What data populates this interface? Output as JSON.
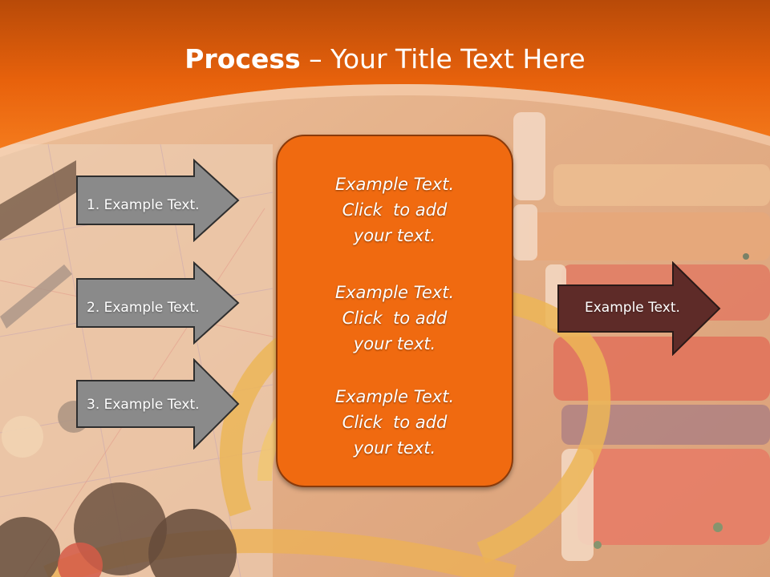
{
  "slide": {
    "title_bold": "Process",
    "title_rest": " – Your Title Text Here"
  },
  "steps": [
    {
      "label": "1. Example Text."
    },
    {
      "label": "2. Example Text."
    },
    {
      "label": "3. Example Text."
    }
  ],
  "center_blocks": [
    {
      "lines": [
        "Example Text.",
        "Click  to add",
        "your text."
      ]
    },
    {
      "lines": [
        "Example Text.",
        "Click  to add",
        "your text."
      ]
    },
    {
      "lines": [
        "Example Text.",
        "Click  to add",
        "your text."
      ]
    }
  ],
  "output": {
    "label": "Example Text."
  },
  "colors": {
    "header_orange": "#e8620c",
    "step_arrow_gray": "#8a8a8a",
    "center_box_orange": "#f06a10",
    "output_arrow_maroon": "#5e2b28"
  },
  "background_image": "sewing-supplies-photo"
}
